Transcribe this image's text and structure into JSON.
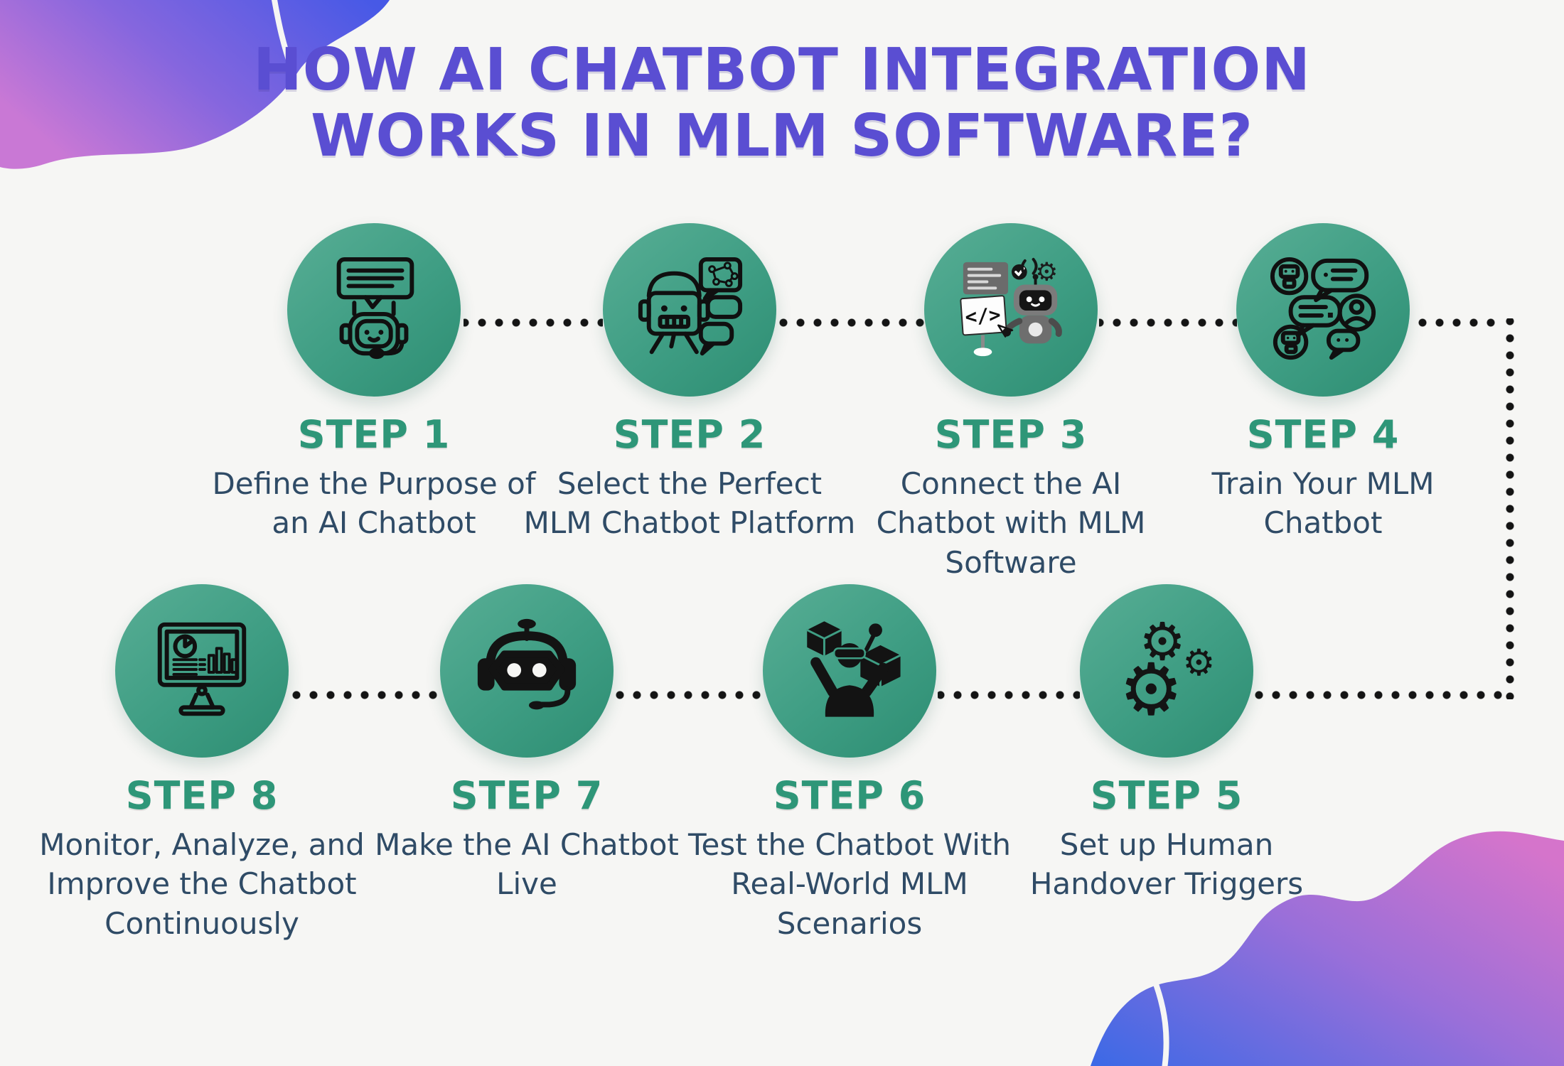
{
  "title": {
    "line1": "HOW AI CHATBOT INTEGRATION",
    "line2": "WORKS IN MLM SOFTWARE?"
  },
  "steps": [
    {
      "label": "STEP 1",
      "description": "Define the Purpose of an AI Chatbot",
      "icon": "chatbot-headset-icon"
    },
    {
      "label": "STEP 2",
      "description": "Select the Perfect MLM Chatbot Platform",
      "icon": "robot-chat-bubbles-icon"
    },
    {
      "label": "STEP 3",
      "description": "Connect the AI Chatbot with MLM Software",
      "icon": "robot-coding-icon"
    },
    {
      "label": "STEP 4",
      "description": "Train Your MLM Chatbot",
      "icon": "chat-training-icon"
    },
    {
      "label": "STEP 5",
      "description": "Set up Human Handover Triggers",
      "icon": "gears-icon"
    },
    {
      "label": "STEP 6",
      "description": "Test the Chatbot With Real-World MLM Scenarios",
      "icon": "vr-testing-icon"
    },
    {
      "label": "STEP 7",
      "description": "Make the AI Chatbot Live",
      "icon": "robot-live-icon"
    },
    {
      "label": "STEP 8",
      "description": "Monitor, Analyze, and Improve the Chatbot Continuously",
      "icon": "analytics-monitor-icon"
    }
  ],
  "colors": {
    "bg": "#f6f6f4",
    "title": "#5a4ed2",
    "accent": "#2e9678",
    "text": "#2f4b66",
    "dot": "#141414",
    "circle-start": "#58ae95",
    "circle-end": "#2d8d72",
    "blob-pink": "#c978d5",
    "blob-blue": "#4759e6",
    "blob2-blue": "#3b69e6",
    "blob2-pink": "#d574cb"
  }
}
